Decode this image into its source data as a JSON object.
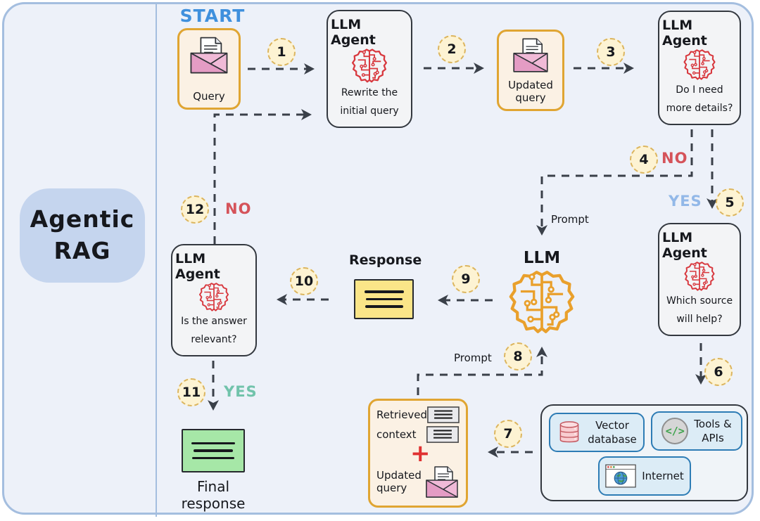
{
  "panel": {
    "line1": "Agentic",
    "line2": "RAG"
  },
  "flow": {
    "start": "START",
    "steps": [
      "1",
      "2",
      "3",
      "4",
      "5",
      "6",
      "7",
      "8",
      "9",
      "10",
      "11",
      "12"
    ],
    "query_label": "Query",
    "agent_rewrite": {
      "title": "LLM Agent",
      "line1": "Rewrite the",
      "line2": "initial query"
    },
    "updated_query": {
      "line1": "Updated",
      "line2": "query"
    },
    "agent_details": {
      "title": "LLM Agent",
      "line1": "Do I need",
      "line2": "more details?"
    },
    "agent_source": {
      "title": "LLM Agent",
      "line1": "Which source",
      "line2": "will help?"
    },
    "agent_relevant": {
      "title": "LLM Agent",
      "line1": "Is the answer",
      "line2": "relevant?"
    },
    "llm": "LLM",
    "prompt_top": "Prompt",
    "prompt_bottom": "Prompt",
    "no_step4": "NO",
    "yes_step5": "YES",
    "yes_step11": "YES",
    "no_step12": "NO",
    "response": "Response",
    "final_response": "Final response",
    "retrieved": {
      "line1": "Retrieved",
      "line2": "context",
      "plus": "+",
      "updated_line1": "Updated",
      "updated_line2": "query"
    },
    "sources": {
      "vector_line1": "Vector",
      "vector_line2": "database",
      "tools_line1": "Tools &",
      "tools_line2": "APIs",
      "internet": "Internet"
    }
  },
  "icons": {
    "code": "</>"
  },
  "colors": {
    "canvas_bg": "#edf1f9",
    "frame_border": "#a4bedf",
    "panel_bg": "#c5d5ee",
    "accent_orange": "#e0a532",
    "agent_red": "#d8383e",
    "llm_orange": "#e9a02c",
    "start_blue": "#3f90dd",
    "no_red": "#d5535a",
    "yes_blue": "#92b8e8",
    "yes_teal": "#71c3ab",
    "arrow": "#3a4049",
    "step_bg": "#fdf3d3",
    "source_border": "#2d7cb5",
    "response_yellow": "#fae588",
    "final_green": "#a6e7a7"
  }
}
